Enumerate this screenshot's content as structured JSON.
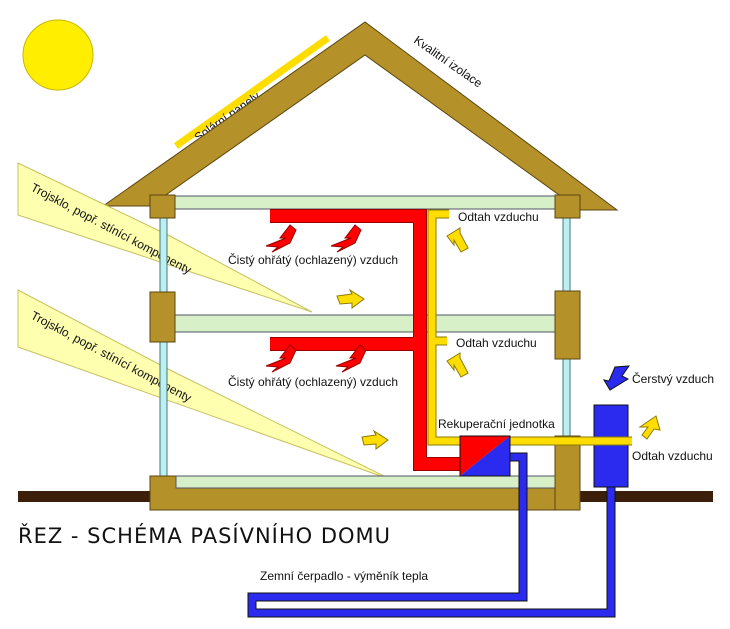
{
  "title": "ŘEZ - SCHÉMA PASÍVNÍHO DOMU",
  "labels": {
    "solar_panels": "Solární panely",
    "insulation": "Kvalitní izolace",
    "window_upper": "Trojsklo, popř. stínící komponenty",
    "window_lower": "Trojsklo, popř. stínící komponenty",
    "air_upper": "Čistý ohřátý (ochlazený) vzduch",
    "air_lower": "Čistý ohřátý (ochlazený) vzduch",
    "exhaust_upper": "Odtah vzduchu",
    "exhaust_middle": "Odtah vzduchu",
    "exhaust_outside": "Odtah vzduchu",
    "fresh_air": "Čerstvý vzduch",
    "recovery_unit": "Rekuperační jednotka",
    "ground_pump": "Zemní čerpadlo - výměník tepla"
  },
  "colors": {
    "wood": "#b5912a",
    "slab": "#d8f0c8",
    "glass": "#bfeef0",
    "sun": "#ffee00",
    "light": "#ffffb0",
    "hot": "#ff0000",
    "exhaust": "#ffdd00",
    "cold": "#2b2bf0",
    "ground": "#3b1f0a"
  }
}
